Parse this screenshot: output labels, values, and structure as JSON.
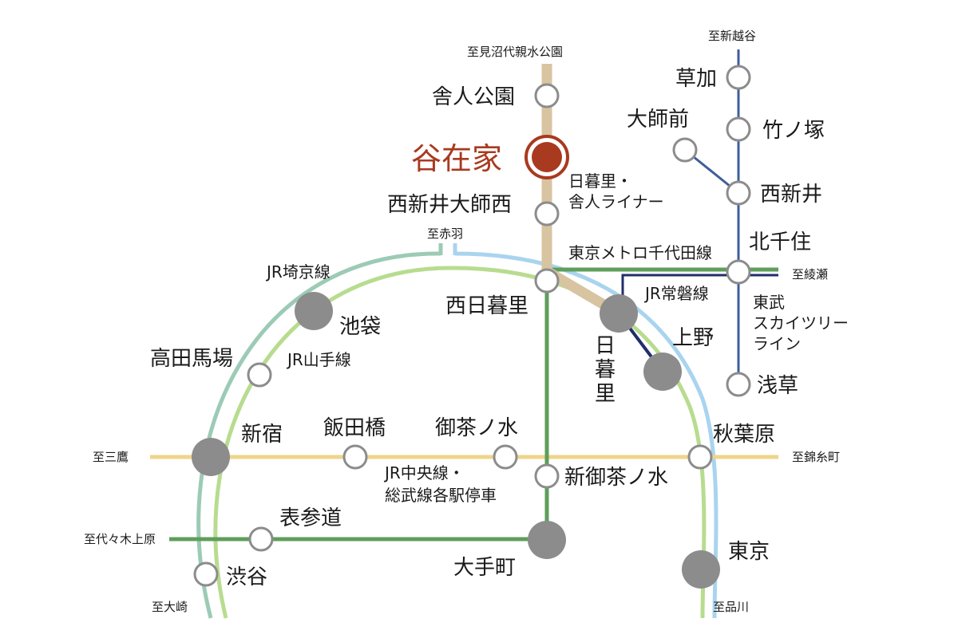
{
  "colors": {
    "highlight": "#a83a1f",
    "nippori_toneri_liner": "#d8c4a0",
    "chiyoda_line": "#5f9e5b",
    "jr_joban_line": "#1f2f6b",
    "tobu_skytree_line": "#3f5e9a",
    "jr_saikyo_line": "#9ccbb5",
    "jr_yamanote_line": "#b8dc8f",
    "keihin_tohoku": "#a9d4ef",
    "jr_chuo_sobu_line": "#efd48a",
    "station_major": "#8c8c8c",
    "station_minor_border": "#8c8c8c"
  },
  "stations": {
    "yazaike": "谷在家",
    "toneri_koen": "舎人公園",
    "nishiarai_daishi_nishi": "西新井大師西",
    "nishi_nippori": "西日暮里",
    "nippori": "日\n暮\n里",
    "ueno": "上野",
    "akihabara": "秋葉原",
    "tokyo": "東京",
    "shin_ochanomizu": "新御茶ノ水",
    "otemachi": "大手町",
    "ochanomizu": "御茶ノ水",
    "iidabashi": "飯田橋",
    "shinjuku": "新宿",
    "takadanobaba": "高田馬場",
    "ikebukuro": "池袋",
    "omotesando": "表参道",
    "shibuya": "渋谷",
    "kitasenju": "北千住",
    "nishiarai": "西新井",
    "takenotsuka": "竹ノ塚",
    "soka": "草加",
    "daishimae": "大師前",
    "asakusa": "浅草"
  },
  "lines": {
    "nippori_toneri_liner": "日暮里・\n舎人ライナー",
    "chiyoda": "東京メトロ千代田線",
    "joban": "JR常磐線",
    "tobu": "東武\nスカイツリー\nライン",
    "saikyo": "JR埼京線",
    "yamanote": "JR山手線",
    "chuo_sobu": "JR中央線・\n総武線各駅停車"
  },
  "directions": {
    "minuma": "至見沼代親水公園",
    "shinkoshigaya": "至新越谷",
    "akabane": "至赤羽",
    "ayase": "至綾瀬",
    "mitaka": "至三鷹",
    "kinshicho": "至錦糸町",
    "yoyogi_uehara": "至代々木上原",
    "osaki": "至大崎",
    "shinagawa": "至品川"
  }
}
